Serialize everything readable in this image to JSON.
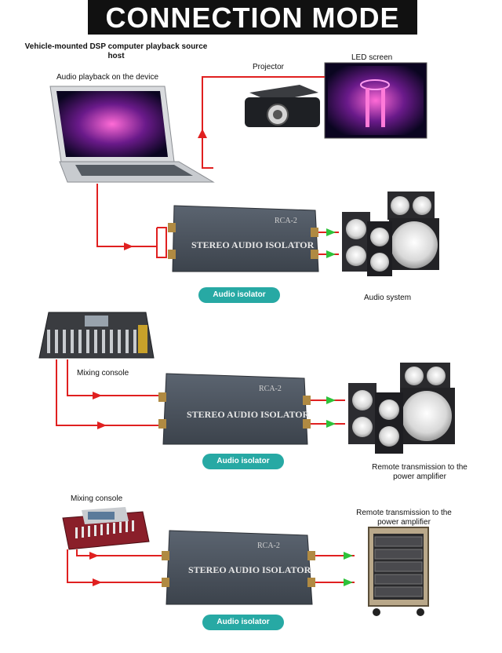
{
  "title": "CONNECTION MODE",
  "scenario1": {
    "source_label": "Vehicle-mounted DSP computer playback source host",
    "device_label": "Audio playback on the device",
    "projector_label": "Projector",
    "led_label": "LED screen",
    "isolator_model": "RCA-2",
    "isolator_name": "STEREO AUDIO ISOLATOR",
    "isolator_badge": "Audio isolator",
    "output_label": "Audio system"
  },
  "scenario2": {
    "input_label": "Mixing console",
    "isolator_model": "RCA-2",
    "isolator_name": "STEREO AUDIO ISOLATOR",
    "isolator_badge": "Audio isolator",
    "output_label": "Remote transmission to the power amplifier"
  },
  "scenario3": {
    "input_label": "Mixing console",
    "isolator_model": "RCA-2",
    "isolator_name": "STEREO AUDIO ISOLATOR",
    "isolator_badge": "Audio isolator",
    "output_label": "Remote transmission to the power amplifier"
  },
  "colors": {
    "input_arrow": "#e02020",
    "output_arrow": "#2ec23a",
    "badge": "#27a9a4"
  }
}
